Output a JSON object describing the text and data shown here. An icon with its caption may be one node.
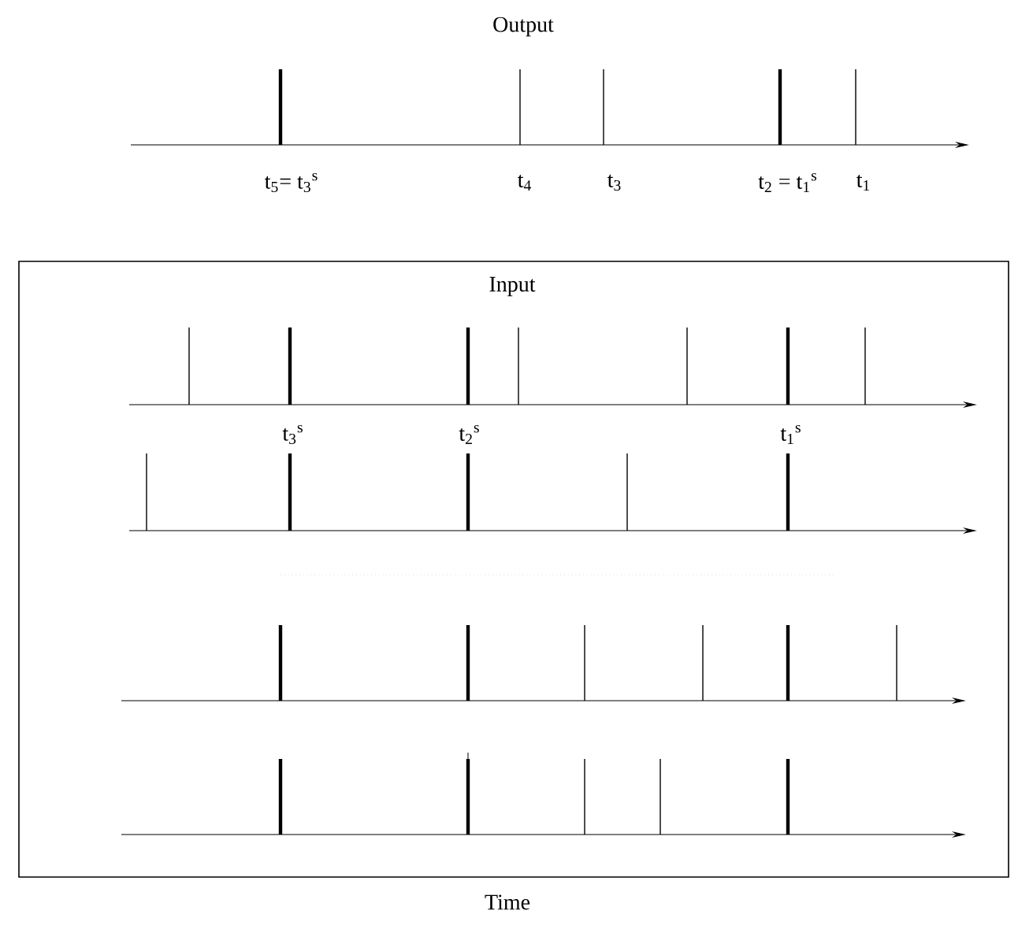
{
  "diagram": {
    "title": "Output",
    "nodes": [
      {
        "text": [
          "Input"
        ]
      }
    ],
    "labels": [
      "t$_{5}$= t$_{3}$$^{s}$",
      "t$_{4}$",
      "t$_{3}$",
      "t$_{2}$ = t$_{1}$$^{s}$",
      "t$_{1}$",
      "t$_{3}$$^{s}$",
      "t$_{2}$$^{s}$",
      "t$_{1}$$^{s}$",
      "Time"
    ]
  }
}
